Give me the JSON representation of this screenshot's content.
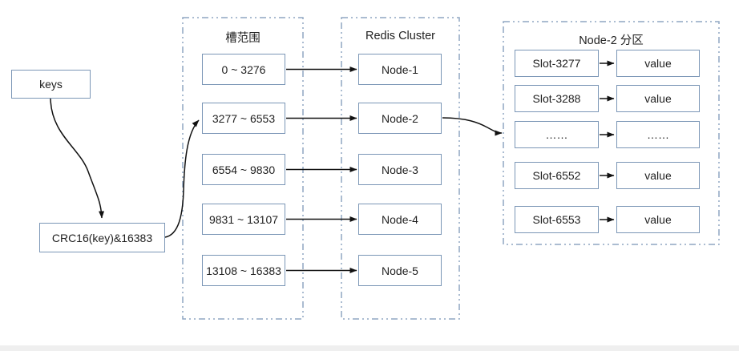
{
  "diagram": {
    "keys_box": {
      "label": "keys"
    },
    "hash_box": {
      "label": "CRC16(key)&16383"
    },
    "slot_range_panel": {
      "title": "槽范围",
      "slots": [
        "0 ~ 3276",
        "3277 ~ 6553",
        "6554 ~ 9830",
        "9831 ~ 13107",
        "13108 ~ 16383"
      ]
    },
    "cluster_panel": {
      "title": "Redis Cluster",
      "nodes": [
        "Node-1",
        "Node-2",
        "Node-3",
        "Node-4",
        "Node-5"
      ]
    },
    "partition_panel": {
      "title": "Node-2 分区",
      "rows": [
        {
          "slot": "Slot-3277",
          "value": "value"
        },
        {
          "slot": "Slot-3288",
          "value": "value"
        },
        {
          "slot": "……",
          "value": "……"
        },
        {
          "slot": "Slot-6552",
          "value": "value"
        },
        {
          "slot": "Slot-6553",
          "value": "value"
        }
      ]
    },
    "colors": {
      "box_border": "#7b96b6",
      "panel_border": "#8fa6c2",
      "arrow": "#111111",
      "text": "#222222",
      "bottom_bar": "#efefef"
    }
  }
}
